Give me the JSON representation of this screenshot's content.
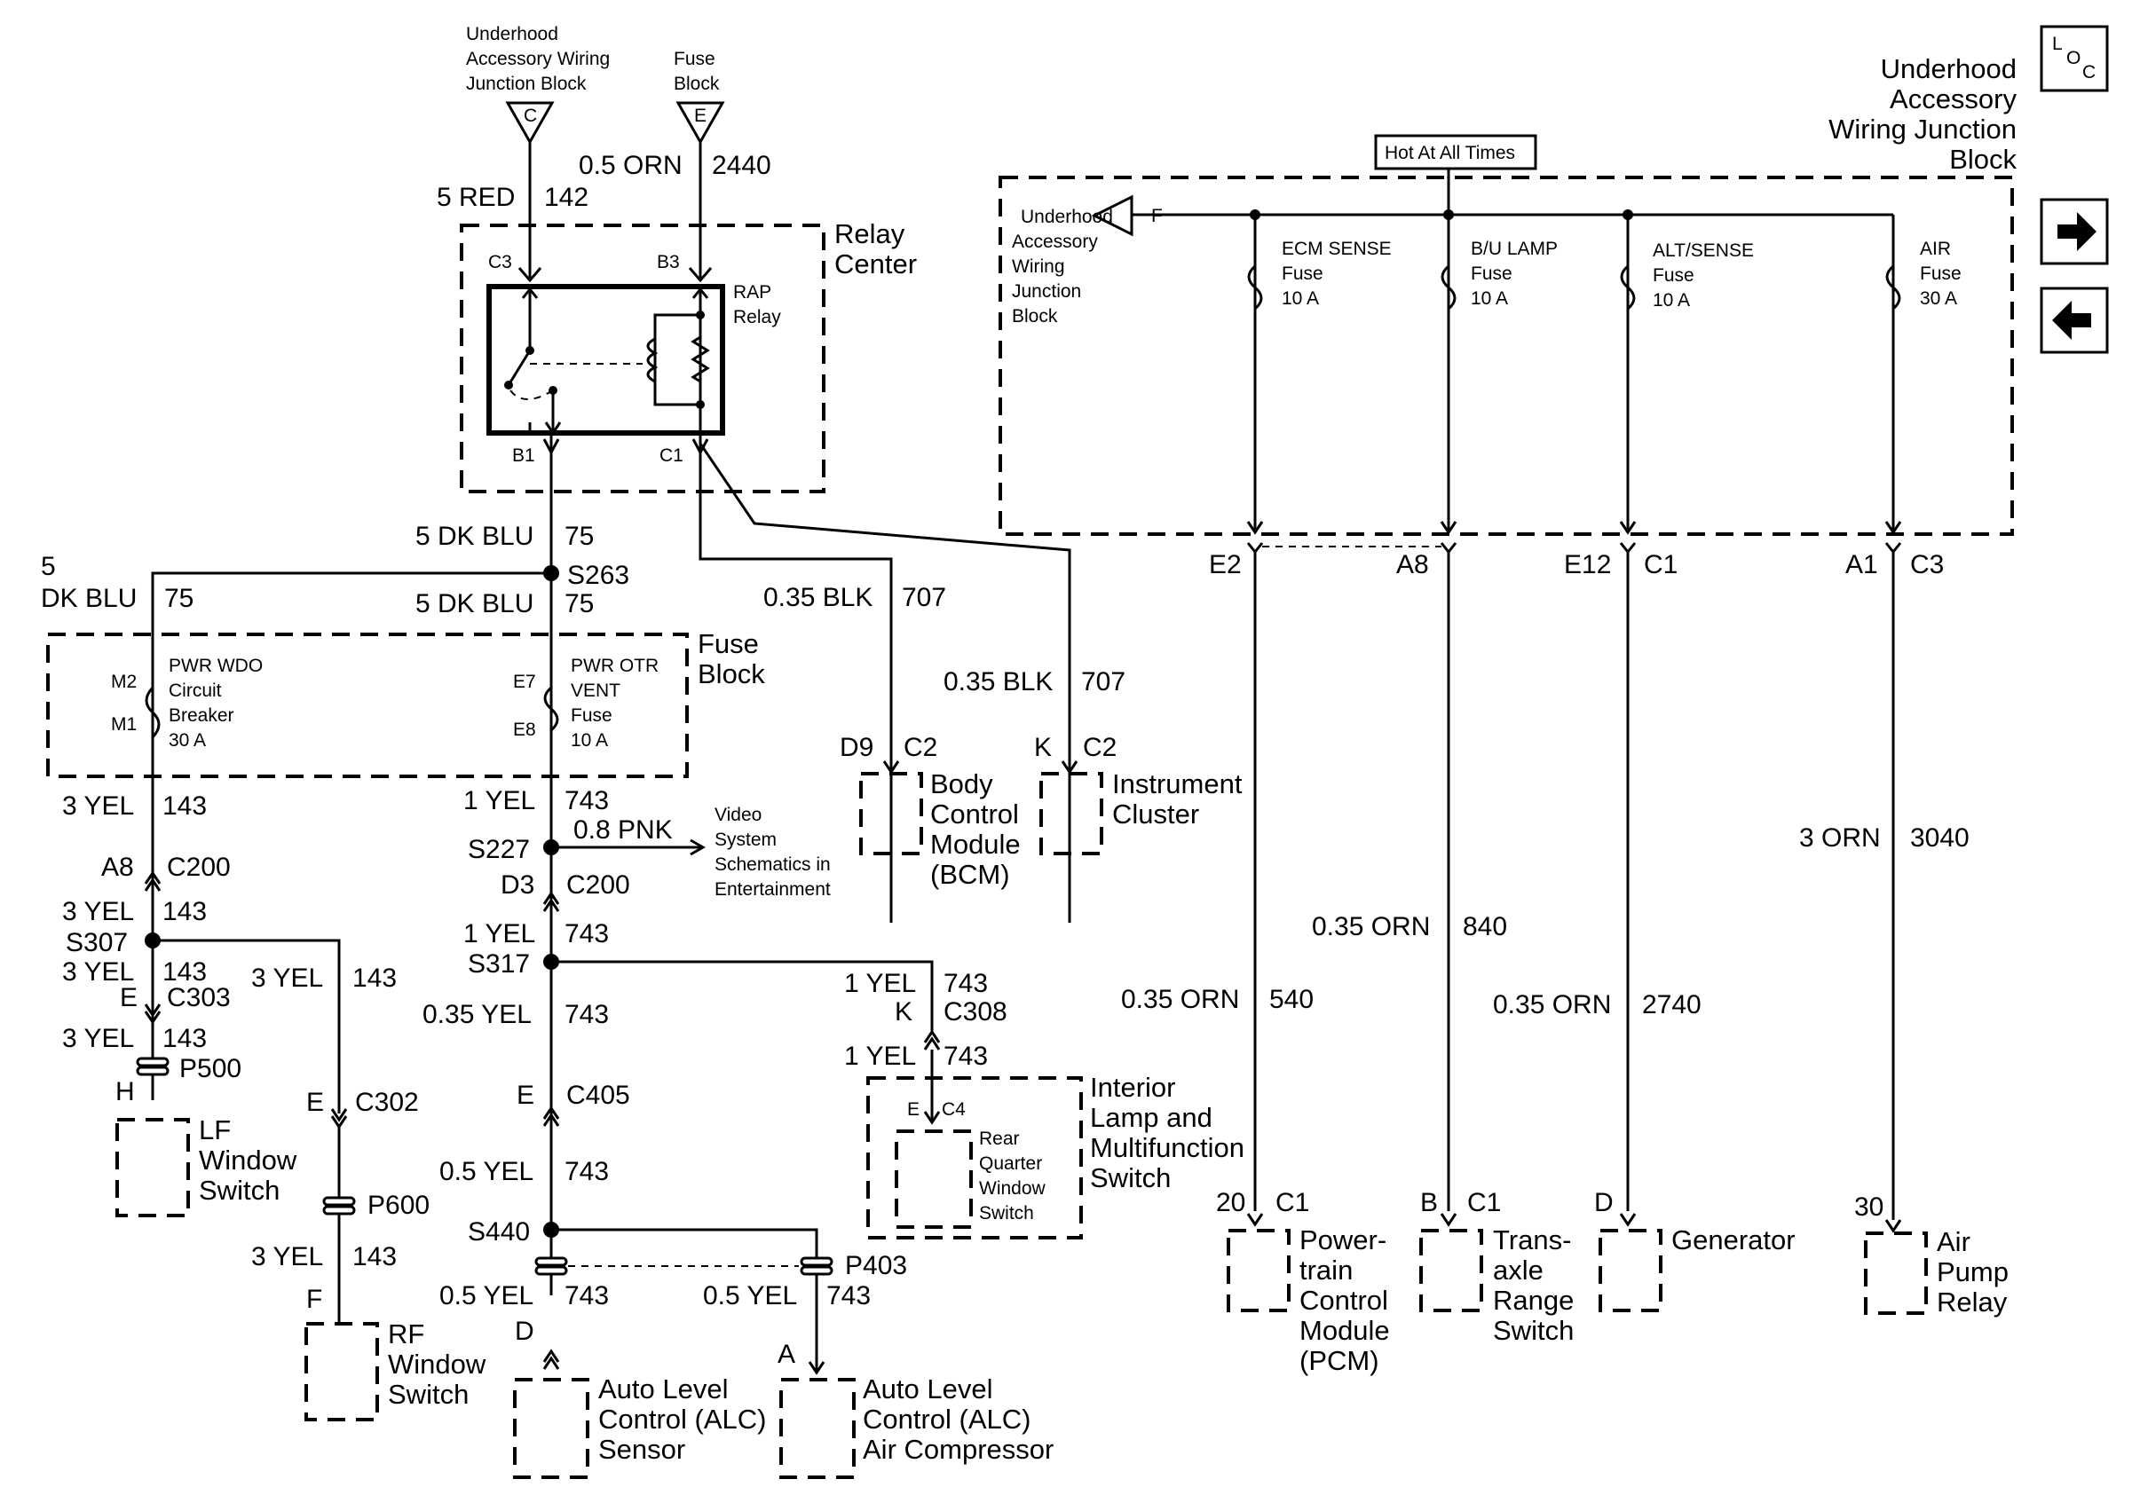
{
  "sources": {
    "c_block": {
      "lines": [
        "Underhood",
        "Accessory Wiring",
        "Junction Block"
      ],
      "pin": "C"
    },
    "e_block": {
      "lines": [
        "Fuse",
        "Block"
      ],
      "pin": "E"
    },
    "f_block": {
      "lines": [
        "Underhood",
        "Accessory",
        "Wiring",
        "Junction",
        "Block"
      ],
      "pin": "F"
    }
  },
  "wires": {
    "red142": {
      "gauge": "5 RED",
      "circuit": "142"
    },
    "orn2440": {
      "gauge": "0.5 ORN",
      "circuit": "2440"
    },
    "dkblu75_a": {
      "gauge": "5 DK BLU",
      "circuit": "75"
    },
    "dkblu75_b": {
      "gauge": "5 DK BLU",
      "circuit": "75"
    },
    "dkblu75_left": {
      "gauge_line1": "5",
      "gauge_line2": "DK BLU",
      "circuit": "75"
    },
    "blk707_a": {
      "gauge": "0.35 BLK",
      "circuit": "707"
    },
    "blk707_b": {
      "gauge": "0.35 BLK",
      "circuit": "707"
    },
    "yel143_a": {
      "gauge": "3 YEL",
      "circuit": "143"
    },
    "yel143_b": {
      "gauge": "3 YEL",
      "circuit": "143"
    },
    "yel143_c": {
      "gauge": "3 YEL",
      "circuit": "143"
    },
    "yel143_d": {
      "gauge": "3 YEL",
      "circuit": "143"
    },
    "yel143_e": {
      "gauge": "3 YEL",
      "circuit": "143"
    },
    "yel143_f": {
      "gauge": "3 YEL",
      "circuit": "143"
    },
    "yel743_a": {
      "gauge": "1 YEL",
      "circuit": "743"
    },
    "pnk08": {
      "gauge": "0.8 PNK"
    },
    "yel743_b": {
      "gauge": "1 YEL",
      "circuit": "743"
    },
    "yel743_c": {
      "gauge": "0.35 YEL",
      "circuit": "743"
    },
    "yel743_d": {
      "gauge": "1 YEL",
      "circuit": "743"
    },
    "yel743_e": {
      "gauge": "1 YEL",
      "circuit": "743"
    },
    "yel743_f": {
      "gauge": "0.5 YEL",
      "circuit": "743"
    },
    "yel743_g": {
      "gauge": "0.5 YEL",
      "circuit": "743"
    },
    "yel743_h": {
      "gauge": "0.5 YEL",
      "circuit": "743"
    },
    "orn540": {
      "gauge": "0.35 ORN",
      "circuit": "540"
    },
    "orn840": {
      "gauge": "0.35 ORN",
      "circuit": "840"
    },
    "orn2740": {
      "gauge": "0.35 ORN",
      "circuit": "2740"
    },
    "orn3040": {
      "gauge": "3 ORN",
      "circuit": "3040"
    }
  },
  "relay_center": {
    "title_lines": [
      "Relay",
      "Center"
    ],
    "relay_lines": [
      "RAP",
      "Relay"
    ],
    "pins": {
      "c3": "C3",
      "b3": "B3",
      "b1": "B1",
      "c1": "C1"
    }
  },
  "fuse_block": {
    "title_lines": [
      "Fuse",
      "Block"
    ],
    "breaker": {
      "lines": [
        "PWR WDO",
        "Circuit",
        "Breaker",
        "30 A"
      ],
      "pin_top": "M2",
      "pin_bottom": "M1"
    },
    "fuse": {
      "lines": [
        "PWR OTR",
        "VENT",
        "Fuse",
        "10 A"
      ],
      "pin_top": "E7",
      "pin_bottom": "E8"
    }
  },
  "junction_block": {
    "title_lines": [
      "Underhood",
      "Accessory",
      "Wiring Junction",
      "Block"
    ],
    "hot_label": "Hot At All Times",
    "fuses": [
      {
        "lines": [
          "ECM SENSE",
          "Fuse",
          "10 A"
        ]
      },
      {
        "lines": [
          "B/U LAMP",
          "Fuse",
          "10 A"
        ]
      },
      {
        "lines": [
          "ALT/SENSE",
          "Fuse",
          "10 A"
        ]
      },
      {
        "lines": [
          "AIR",
          "Fuse",
          "30 A"
        ]
      }
    ],
    "pins": {
      "e2": "E2",
      "a8": "A8",
      "e12": "E12",
      "c1": "C1",
      "a1": "A1",
      "c3": "C3"
    }
  },
  "splices": {
    "s263": "S263",
    "s227": "S227",
    "s307": "S307",
    "s317": "S317",
    "s440": "S440"
  },
  "connectors": {
    "a8": "A8",
    "c200a": "C200",
    "d3": "D3",
    "c200b": "C200",
    "e_c303": "E",
    "c303": "C303",
    "p500": "P500",
    "h": "H",
    "e_c302": "E",
    "c302": "C302",
    "p600": "P600",
    "f": "F",
    "k": "K",
    "c308": "C308",
    "e_c405": "E",
    "c405": "C405",
    "p403": "P403",
    "d_alc": "D",
    "a_alc": "A",
    "d9": "D9",
    "c2a": "C2",
    "k_ic": "K",
    "c2b": "C2",
    "e_c4": "E",
    "c4": "C4",
    "pin20": "20",
    "c1_pcm": "C1",
    "b_tr": "B",
    "c1_tr": "C1",
    "d_gen": "D",
    "pin30": "30"
  },
  "video": {
    "lines": [
      "Video",
      "System",
      "Schematics in",
      "Entertainment"
    ]
  },
  "components": {
    "bcm": {
      "lines": [
        "Body",
        "Control",
        "Module",
        "(BCM)"
      ]
    },
    "ic": {
      "lines": [
        "Instrument",
        "Cluster"
      ]
    },
    "ilm": {
      "lines": [
        "Interior",
        "Lamp and",
        "Multifunction",
        "Switch"
      ]
    },
    "rqw": {
      "lines": [
        "Rear",
        "Quarter",
        "Window",
        "Switch"
      ]
    },
    "lf": {
      "lines": [
        "LF",
        "Window",
        "Switch"
      ]
    },
    "rf": {
      "lines": [
        "RF",
        "Window",
        "Switch"
      ]
    },
    "alc_sensor": {
      "lines": [
        "Auto Level",
        "Control (ALC)",
        "Sensor"
      ]
    },
    "alc_comp": {
      "lines": [
        "Auto Level",
        "Control (ALC)",
        "Air Compressor"
      ]
    },
    "pcm": {
      "lines": [
        "Power-",
        "train",
        "Control",
        "Module",
        "(PCM)"
      ]
    },
    "trs": {
      "lines": [
        "Trans-",
        "axle",
        "Range",
        "Switch"
      ]
    },
    "gen": {
      "lines": [
        "Generator"
      ]
    },
    "apr": {
      "lines": [
        "Air",
        "Pump",
        "Relay"
      ]
    }
  },
  "loc_icon": {
    "letters": [
      "L",
      "O",
      "C"
    ]
  }
}
